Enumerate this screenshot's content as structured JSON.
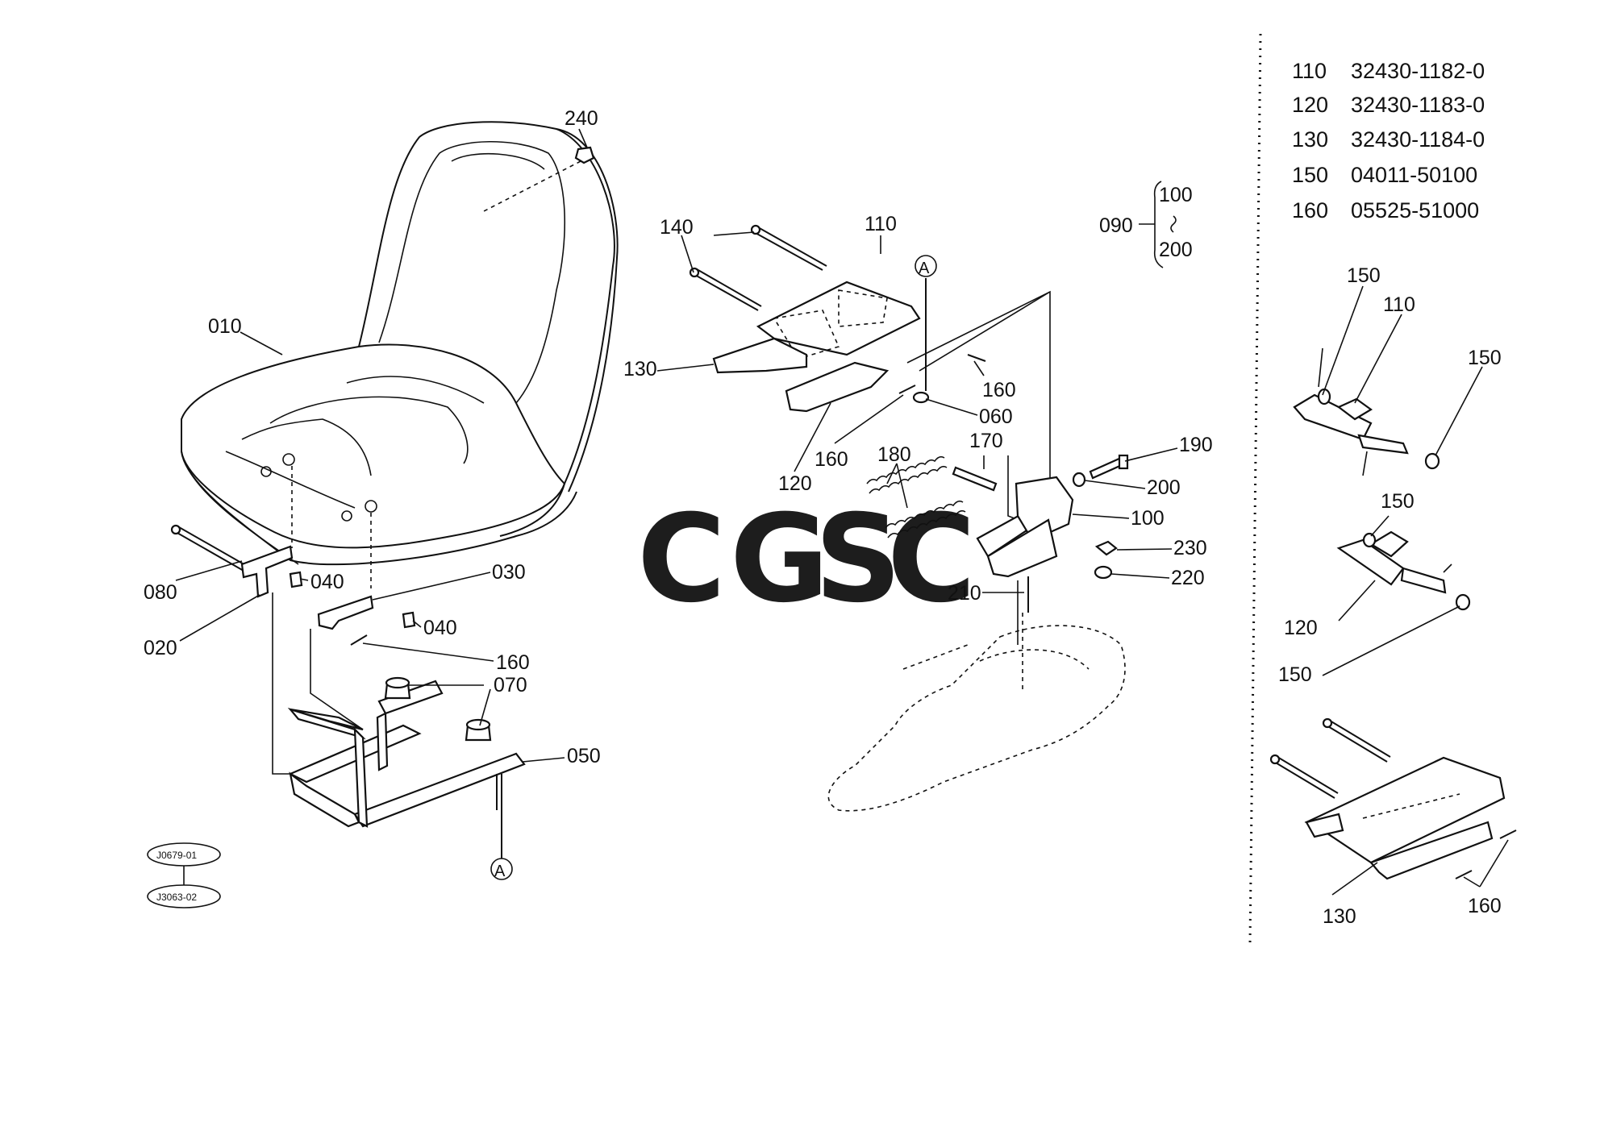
{
  "watermark": {
    "letters": [
      {
        "char": "C",
        "color": "#7ea6f5"
      },
      {
        "char": "G",
        "color": "#f2958f"
      },
      {
        "char": "S",
        "color": "#f7d56b"
      },
      {
        "char": "C",
        "color": "#7cc49a"
      }
    ]
  },
  "callouts": {
    "c240": "240",
    "c010": "010",
    "c140": "140",
    "c110": "110",
    "cA_top": "A",
    "c090": "090",
    "c100_bracket": "100",
    "c200_bracket": "200",
    "c130": "130",
    "c160_a": "160",
    "c060": "060",
    "c160_b": "160",
    "c180": "180",
    "c170": "170",
    "c120": "120",
    "c190": "190",
    "c200": "200",
    "c100": "100",
    "c230": "230",
    "c220": "220",
    "c210": "210",
    "c080": "080",
    "c040_a": "040",
    "c030": "030",
    "c020": "020",
    "c040_b": "040",
    "c160_c": "160",
    "c070": "070",
    "c050": "050",
    "cA_bottom": "A",
    "ref1": "J0679-01",
    "ref2": "J3063-02"
  },
  "parts_table": [
    {
      "ref": "110",
      "part_no": "32430-1182-0"
    },
    {
      "ref": "120",
      "part_no": "32430-1183-0"
    },
    {
      "ref": "130",
      "part_no": "32430-1184-0"
    },
    {
      "ref": "150",
      "part_no": "04011-50100"
    },
    {
      "ref": "160",
      "part_no": "05525-51000"
    }
  ],
  "detail_labels": {
    "d150_a": "150",
    "d110": "110",
    "d150_b": "150",
    "d150_c": "150",
    "d120": "120",
    "d150_d": "150",
    "d130": "130",
    "d160": "160"
  }
}
